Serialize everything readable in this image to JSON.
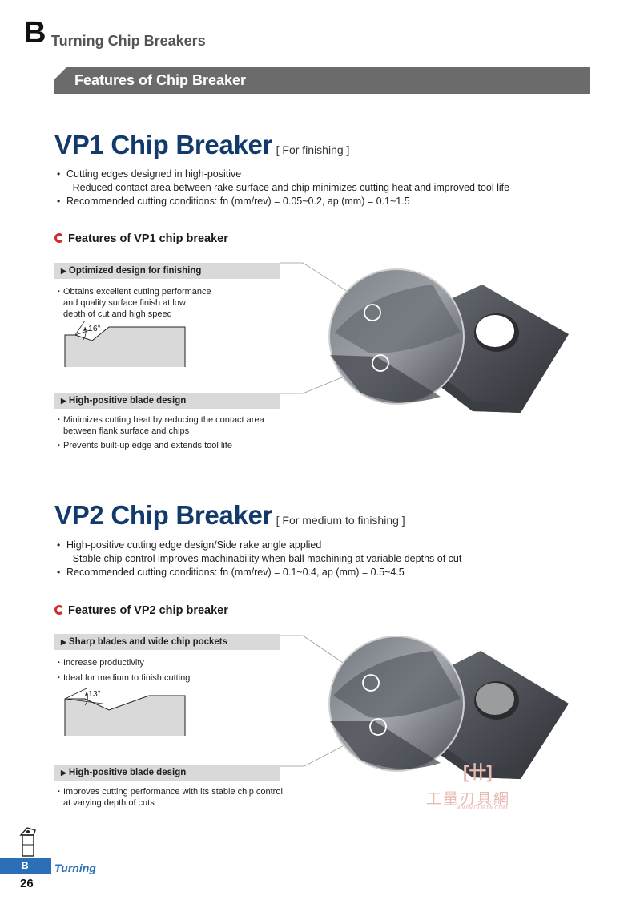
{
  "header": {
    "section_letter": "B",
    "section_title": "Turning Chip Breakers",
    "band_title": "Features of Chip Breaker"
  },
  "vp1": {
    "title": "VP1 Chip Breaker",
    "subtitle": "[ For finishing ]",
    "bullet1": "Cutting edges designed in high-positive",
    "bullet1_detail": "- Reduced contact area between rake surface and chip minimizes cutting heat and improved tool life",
    "bullet2": "Recommended cutting conditions: fn (mm/rev) = 0.05~0.2, ap (mm) = 0.1~1.5",
    "features_heading": "Features of VP1 chip breaker",
    "feature1_title": "Optimized design for finishing",
    "feature1_line1": "Obtains excellent cutting performance",
    "feature1_line2": "and quality surface finish at low",
    "feature1_line3": "depth of cut and high speed",
    "angle": "16°",
    "feature2_title": "High-positive blade design",
    "feature2_line1": "Minimizes cutting heat by reducing the contact area",
    "feature2_line2": "between flank surface and chips",
    "feature2_line3": "Prevents built-up edge and extends tool life"
  },
  "vp2": {
    "title": "VP2 Chip Breaker",
    "subtitle": "[ For medium to finishing ]",
    "bullet1": "High-positive cutting edge design/Side rake angle applied",
    "bullet1_detail": "- Stable chip control improves machinability when ball machining at variable depths of cut",
    "bullet2": "Recommended cutting conditions: fn (mm/rev) = 0.1~0.4, ap (mm) = 0.5~4.5",
    "features_heading": "Features of VP2 chip breaker",
    "feature1_title": "Sharp blades and wide chip pockets",
    "feature1_line1": "Increase productivity",
    "feature1_line2": "Ideal for medium to finish cutting",
    "angle": "13°",
    "feature2_title": "High-positive blade design",
    "feature2_line1": "Improves cutting performance with its stable chip control",
    "feature2_line2": "at varying depth of cuts"
  },
  "watermark": {
    "cn_text": "工量刃具網",
    "url": "WWW.GLRJW.COM"
  },
  "footer": {
    "letter": "B",
    "label": "Turning",
    "page_number": "26"
  },
  "colors": {
    "title_blue": "#123a6a",
    "band_gray": "#6b6b6b",
    "footer_blue": "#2b6fb8",
    "accent_red": "#d42a2a"
  }
}
